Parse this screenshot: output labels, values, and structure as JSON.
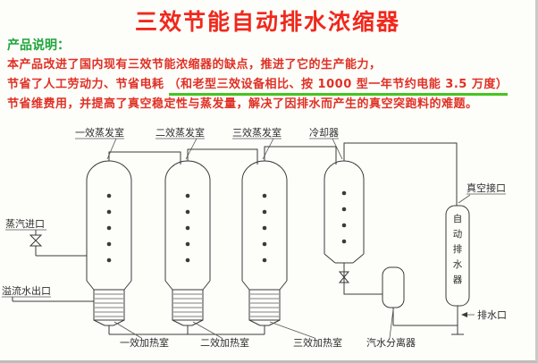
{
  "page": {
    "title": "三效节能自动排水浓缩器",
    "section_label": "产品说明：",
    "lines": {
      "line1": "本产品改进了国内现有三效节能浓缩器的缺点，推进了它的生产能力，",
      "line2_prefix": "节省了人工劳动力、节省电耗 ",
      "line2_highlight": "（和老型三效设备相比、按 1000 型一年节约电能 3.5 万度）",
      "line3": "节省维费用，并提高了真空稳定性与蒸发量，解决了因排水而产生的真空突跑料的难题。"
    }
  },
  "colors": {
    "title_red": "#f0281c",
    "body_red": "#e03024",
    "label_green": "#1ea53a",
    "underline_green": "#46c41f",
    "diagram_ink": "#3a3a3a",
    "page_background": "#fdfdfa"
  },
  "diagram": {
    "labels": {
      "evap1": "一效蒸发室",
      "evap2": "二效蒸发室",
      "evap3": "三效蒸发室",
      "cooler": "冷却器",
      "vacuum_port": "真空接口",
      "steam_inlet": "蒸汽进口",
      "overflow_outlet": "溢流水出口",
      "drain_outlet": "排水口",
      "heater1": "一效加热室",
      "heater2": "二效加热室",
      "heater3": "三效加热室",
      "separator": "汽水分离器",
      "auto_drain_chars": [
        "自",
        "动",
        "排",
        "水",
        "器"
      ]
    }
  }
}
